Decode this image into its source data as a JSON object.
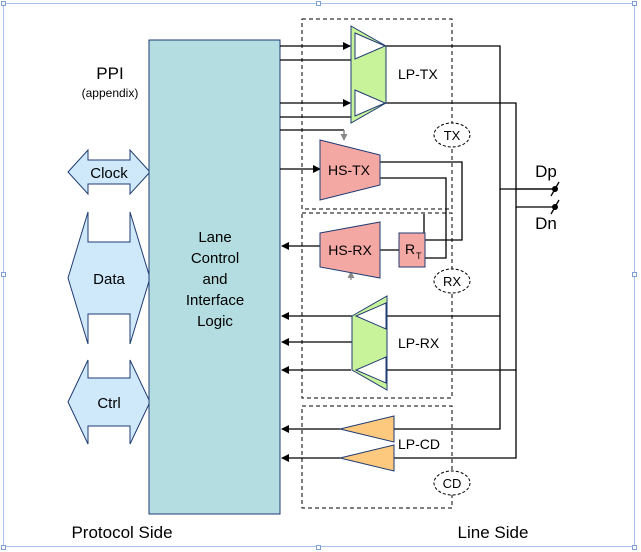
{
  "ppi": {
    "title": "PPI",
    "subtitle": "(appendix)"
  },
  "interface_arrows": {
    "clock": "Clock",
    "data": "Data",
    "ctrl": "Ctrl"
  },
  "core_block": {
    "lines": [
      "Lane",
      "Control",
      "and",
      "Interface",
      "Logic"
    ]
  },
  "blocks": {
    "lp_tx": "LP-TX",
    "hs_tx": "HS-TX",
    "hs_rx": "HS-RX",
    "rt_main": "R",
    "rt_sub": "T",
    "lp_rx": "LP-RX",
    "lp_cd": "LP-CD"
  },
  "groups": {
    "tx": "TX",
    "rx": "RX",
    "cd": "CD"
  },
  "pins": {
    "dp": "Dp",
    "dn": "Dn"
  },
  "footer": {
    "protocol_side": "Protocol Side",
    "line_side": "Line Side"
  },
  "colors": {
    "core_fill": "#b3dde0",
    "interface_fill": "#cfe9fb",
    "lp_fill": "#c9f39a",
    "hs_fill": "#f4a8a4",
    "cd_fill": "#fcc97e",
    "frame_border": "#a9c3e8"
  }
}
